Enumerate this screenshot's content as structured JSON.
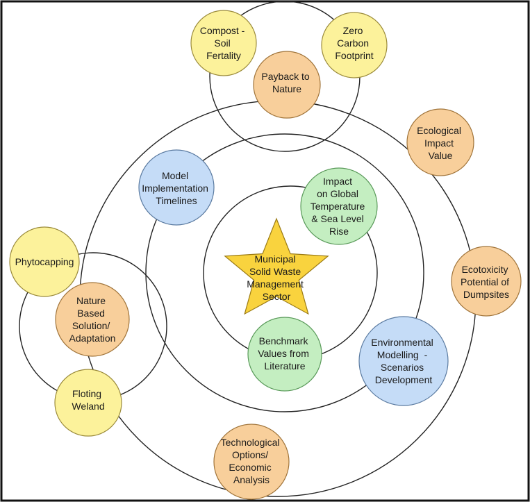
{
  "center": {
    "lines": [
      "Municipal",
      "Solid Waste",
      "Management",
      "Sector"
    ],
    "color": "#f9d33e"
  },
  "nodes": [
    {
      "id": "compost",
      "lines": [
        "Compost -",
        "Soil",
        "Fertality"
      ],
      "color": "#fcf29b"
    },
    {
      "id": "zero-carbon",
      "lines": [
        "Zero",
        "Carbon",
        "Footprint"
      ],
      "color": "#fcf29b"
    },
    {
      "id": "payback",
      "lines": [
        "Payback to",
        "Nature"
      ],
      "color": "#f8cf9b"
    },
    {
      "id": "ecological-impact",
      "lines": [
        "Ecological",
        "Impact",
        "Value"
      ],
      "color": "#f8cf9b"
    },
    {
      "id": "model-timelines",
      "lines": [
        "Model",
        "Implementation",
        "Timelines"
      ],
      "color": "#c5dcf7"
    },
    {
      "id": "global-temperature",
      "lines": [
        "Impact",
        "on Global",
        "Temperature",
        "& Sea Level",
        "Rise"
      ],
      "color": "#c4eec1"
    },
    {
      "id": "phytocapping",
      "lines": [
        "Phytocapping"
      ],
      "color": "#fcf29b"
    },
    {
      "id": "ecotoxicity",
      "lines": [
        "Ecotoxicity",
        "Potential of",
        "Dumpsites"
      ],
      "color": "#f8cf9b"
    },
    {
      "id": "nature-based",
      "lines": [
        "Nature",
        "Based",
        "Solution/",
        "Adaptation"
      ],
      "color": "#f8cf9b"
    },
    {
      "id": "benchmark",
      "lines": [
        "Benchmark",
        "Values from",
        "Literature"
      ],
      "color": "#c4eec1"
    },
    {
      "id": "environmental-modelling",
      "lines": [
        "Environmental",
        "Modelling",
        "-",
        "Scenarios",
        "Development"
      ],
      "color": "#c5dcf7"
    },
    {
      "id": "floating-wetland",
      "lines": [
        "Floting",
        "Weland"
      ],
      "color": "#fcf29b"
    },
    {
      "id": "technological-options",
      "lines": [
        "Technological",
        "Options/",
        "Economic",
        "Analysis"
      ],
      "color": "#f8cf9b"
    }
  ]
}
